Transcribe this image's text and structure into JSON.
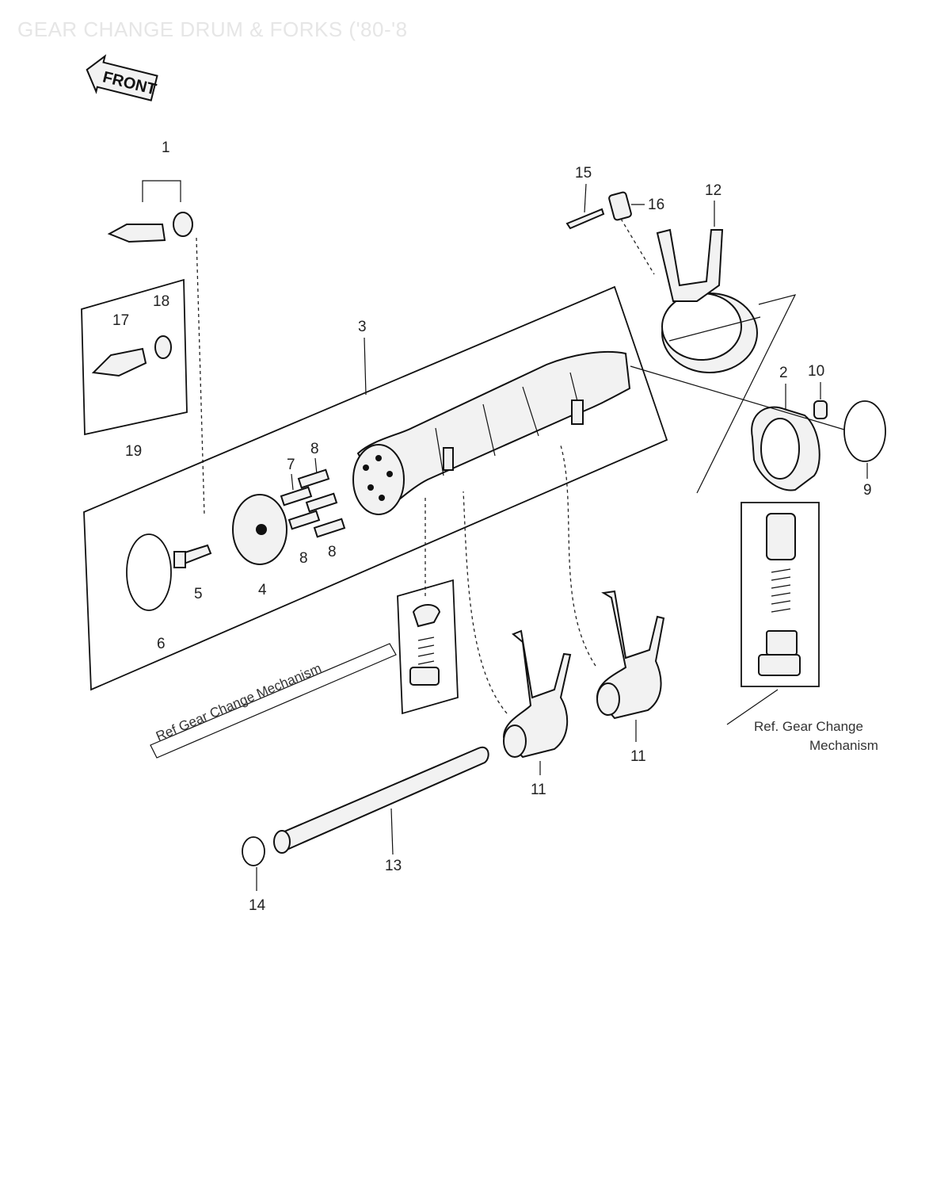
{
  "header": {
    "title": "GEAR CHANGE DRUM & FORKS ('80-'8"
  },
  "front_arrow": {
    "label": "FRONT"
  },
  "labels": {
    "l1": "1",
    "l2": "2",
    "l3": "3",
    "l4": "4",
    "l5": "5",
    "l6": "6",
    "l7": "7",
    "l8a": "8",
    "l8b": "8",
    "l8c": "8",
    "l9": "9",
    "l10": "10",
    "l11a": "11",
    "l11b": "11",
    "l12": "12",
    "l13": "13",
    "l14": "14",
    "l15": "15",
    "l16": "16",
    "l17": "17",
    "l18": "18",
    "l19": "19"
  },
  "references": {
    "left": "Ref    Gear Change  Mechanism",
    "right_line1": "Ref.     Gear Change",
    "right_line2": "Mechanism"
  }
}
